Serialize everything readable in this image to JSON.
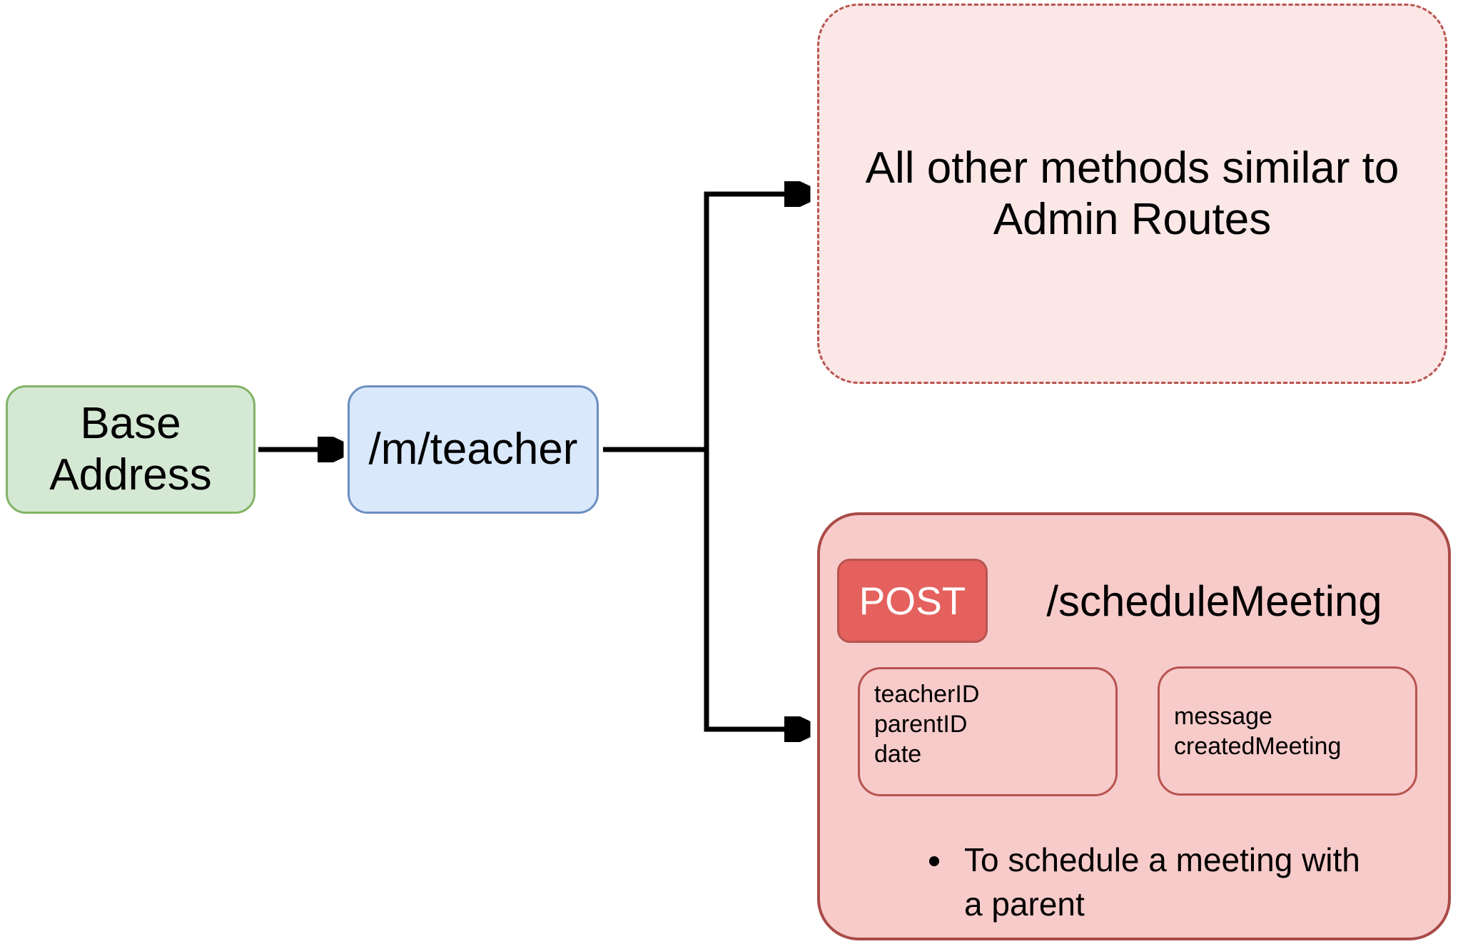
{
  "diagram": {
    "title": "Teacher routes API diagram",
    "nodes": {
      "base_address": {
        "label": "Base Address"
      },
      "teacher_route": {
        "label": "/m/teacher"
      },
      "other_methods": {
        "label": "All other methods similar to Admin Routes"
      },
      "schedule_meeting": {
        "method": "POST",
        "path": "/scheduleMeeting",
        "request_params": [
          "teacherID",
          "parentID",
          "date"
        ],
        "response_fields": [
          "message",
          "createdMeeting"
        ],
        "notes": [
          "To schedule a meeting with a parent"
        ]
      }
    },
    "colors": {
      "green_fill": "#d5e8d4",
      "green_stroke": "#82b366",
      "blue_fill": "#dae8fc",
      "blue_stroke": "#6c8ebf",
      "pink_fill": "#f7cbca",
      "pink_light_fill": "#fae7e6",
      "red_stroke": "#b85450",
      "red_dark_stroke": "#a94b48",
      "post_fill": "#e4615e",
      "arrow": "#000000"
    }
  }
}
